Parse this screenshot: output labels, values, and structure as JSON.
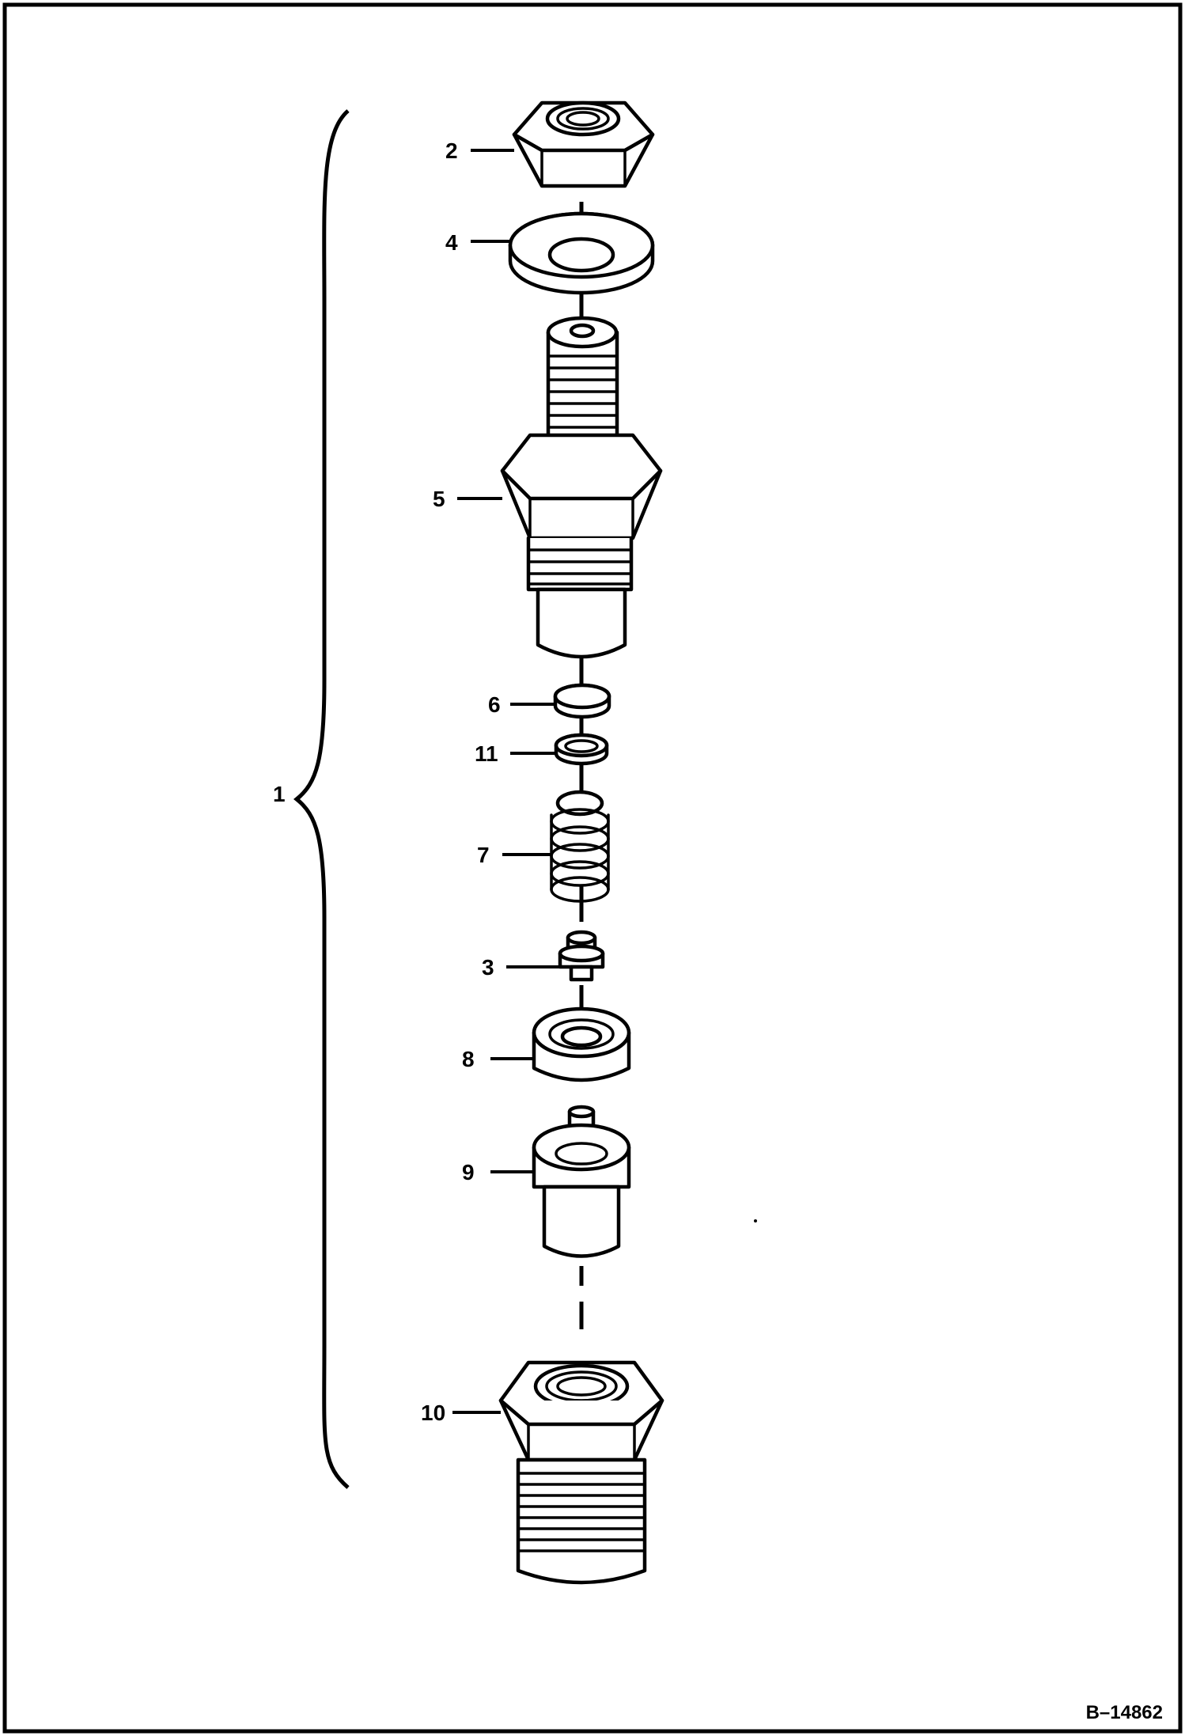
{
  "callouts": {
    "c1": "1",
    "c2": "2",
    "c3": "3",
    "c4": "4",
    "c5": "5",
    "c6": "6",
    "c7": "7",
    "c8": "8",
    "c9": "9",
    "c10": "10",
    "c11": "11"
  },
  "reference_number": "B–14862"
}
